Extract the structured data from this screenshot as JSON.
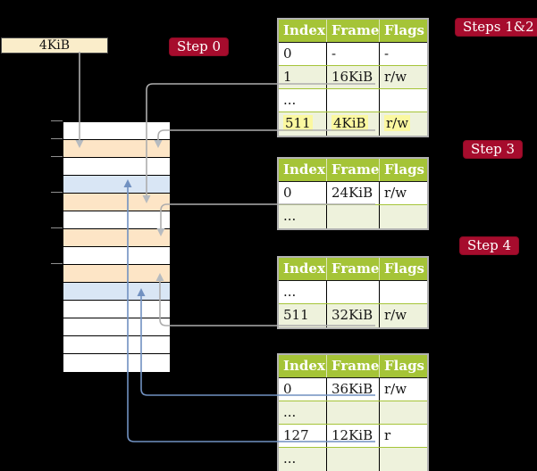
{
  "page_box": {
    "label": "4KiB"
  },
  "badges": {
    "step0": "Step 0",
    "steps12": "Steps 1&2",
    "step3": "Step 3",
    "step4": "Step 4"
  },
  "tables": [
    {
      "name": "page table steps 1&2",
      "headers": [
        "Index",
        "Frame",
        "Flags"
      ],
      "rows": [
        {
          "cells": [
            "0",
            "-",
            "-"
          ]
        },
        {
          "cells": [
            "1",
            "16KiB",
            "r/w"
          ]
        },
        {
          "cells": [
            "...",
            "",
            ""
          ]
        },
        {
          "cells": [
            "511",
            "4KiB",
            "r/w"
          ],
          "highlighted": true
        }
      ]
    },
    {
      "name": "page table step 3",
      "headers": [
        "Index",
        "Frame",
        "Flags"
      ],
      "rows": [
        {
          "cells": [
            "0",
            "24KiB",
            "r/w"
          ]
        },
        {
          "cells": [
            "...",
            "",
            ""
          ]
        }
      ]
    },
    {
      "name": "page table step 4 upper",
      "headers": [
        "Index",
        "Frame",
        "Flags"
      ],
      "rows": [
        {
          "cells": [
            "...",
            "",
            ""
          ]
        },
        {
          "cells": [
            "511",
            "32KiB",
            "r/w"
          ]
        }
      ]
    },
    {
      "name": "page table step 4 lower",
      "headers": [
        "Index",
        "Frame",
        "Flags"
      ],
      "rows": [
        {
          "cells": [
            "0",
            "36KiB",
            "r/w"
          ]
        },
        {
          "cells": [
            "...",
            "",
            ""
          ]
        },
        {
          "cells": [
            "127",
            "12KiB",
            "r"
          ]
        },
        {
          "cells": [
            "...",
            "",
            ""
          ]
        }
      ]
    }
  ],
  "memory": {
    "rows": [
      {
        "color": "white"
      },
      {
        "color": "peach"
      },
      {
        "color": "white"
      },
      {
        "color": "blue"
      },
      {
        "color": "peach"
      },
      {
        "color": "white"
      },
      {
        "color": "peach"
      },
      {
        "color": "white"
      },
      {
        "color": "peach"
      },
      {
        "color": "blue"
      },
      {
        "color": "white"
      },
      {
        "color": "white"
      },
      {
        "color": "white"
      },
      {
        "color": "white"
      }
    ]
  },
  "connectors": [
    {
      "from": "4KiB page box",
      "to": "memory frame 4KiB",
      "color": "gray",
      "direction": "down"
    },
    {
      "from": "table1 index 1 (16KiB)",
      "to": "memory frame 16KiB",
      "color": "gray",
      "direction": "down"
    },
    {
      "from": "table1 index 511 (4KiB)",
      "to": "memory frame 4KiB",
      "color": "gray",
      "direction": "down"
    },
    {
      "from": "table2 index 0 (24KiB)",
      "to": "memory frame 24KiB",
      "color": "gray",
      "direction": "down"
    },
    {
      "from": "table3 index 511 (32KiB)",
      "to": "memory frame 32KiB",
      "color": "gray",
      "direction": "up"
    },
    {
      "from": "table4 index 0 (36KiB)",
      "to": "memory frame 36KiB",
      "color": "blue",
      "direction": "up"
    },
    {
      "from": "table4 index 127 (12KiB)",
      "to": "memory frame 12KiB",
      "color": "blue",
      "direction": "up"
    }
  ],
  "colors": {
    "badge_red": "#a60c2d",
    "table_head_green": "#a5c437",
    "table_line_green": "#a5c438",
    "row_green": "#eef2dc",
    "frame_peach": "#fde5c6",
    "frame_blue": "#d9e6f5",
    "box_cream": "#faedca",
    "mark_yellow": "#fbf8a0",
    "line_gray": "#adadad",
    "arrow_gray": "#b6bbc0",
    "line_blue": "#7191c1"
  }
}
